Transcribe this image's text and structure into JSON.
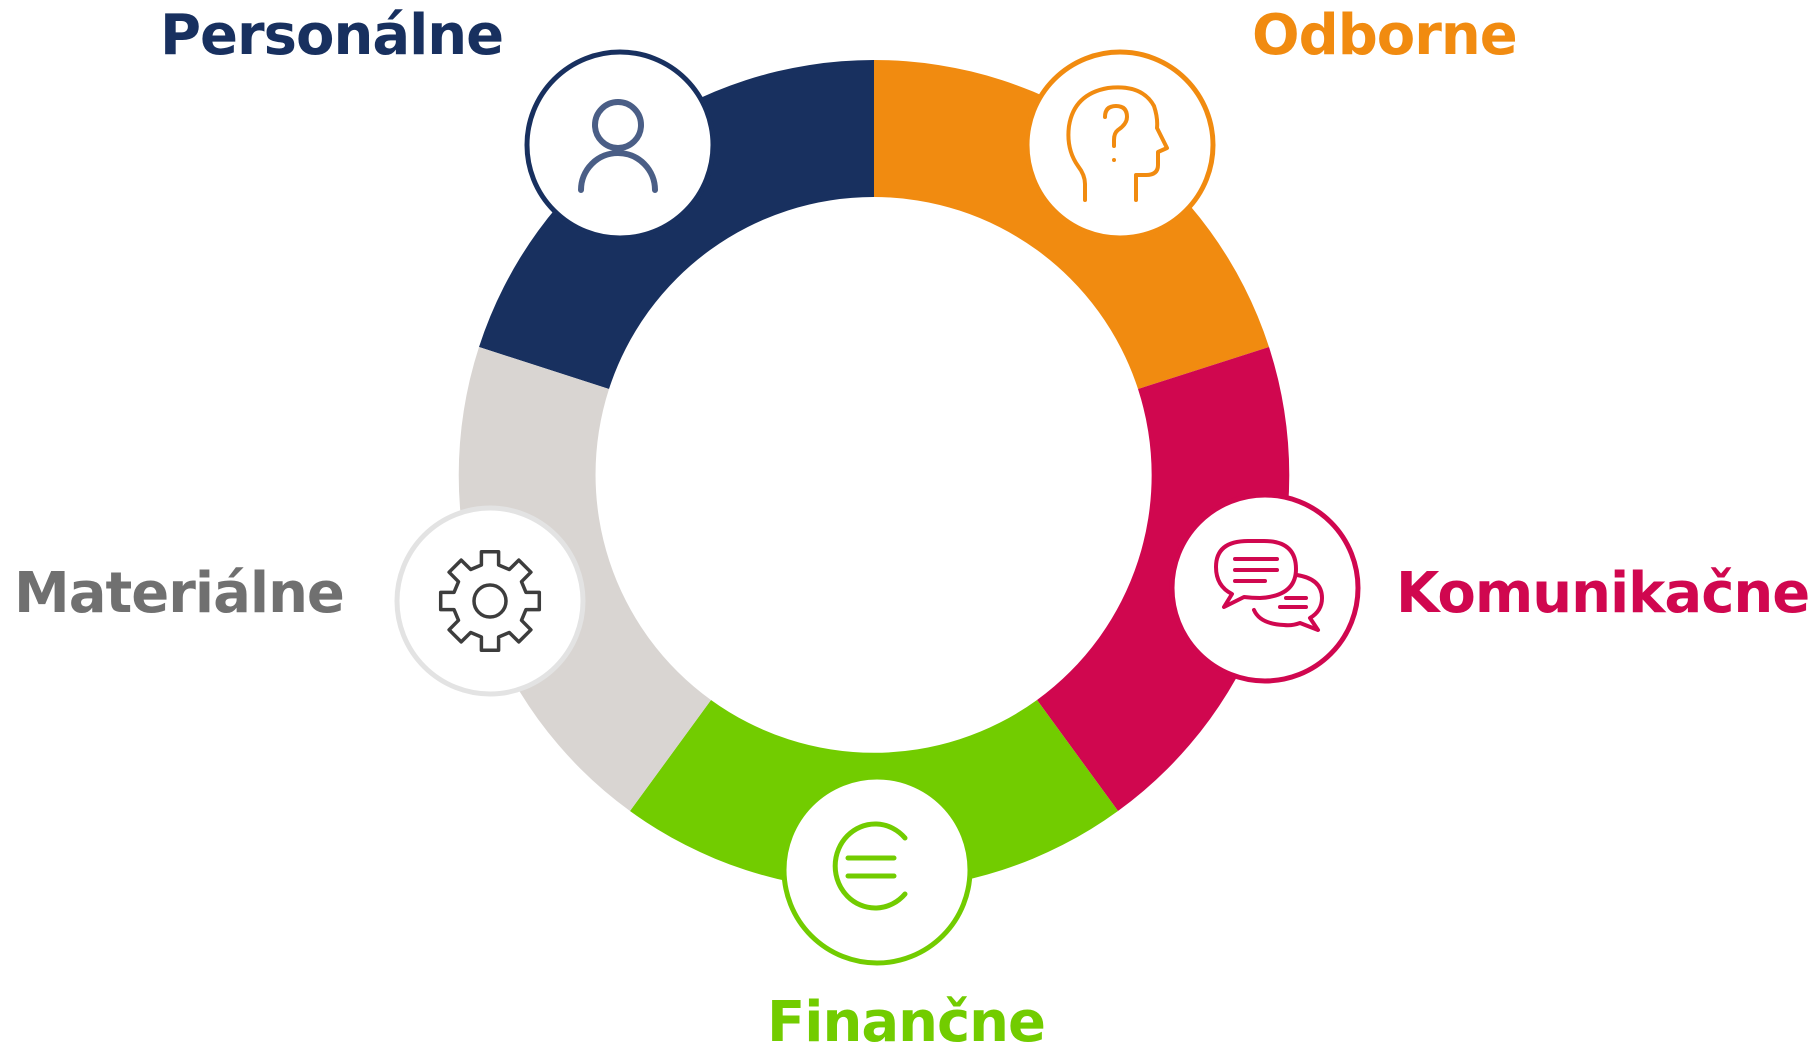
{
  "colors": {
    "navy": "#18305f",
    "orange": "#f18b10",
    "magenta": "#d0074f",
    "green": "#72cc00",
    "gray_segment": "#d9d5d2",
    "gray_text": "#707070",
    "white": "#ffffff"
  },
  "segments": [
    {
      "id": "personalne",
      "label": "Personálne",
      "color": "#18305f",
      "icon": "person-icon",
      "text_color": "#18305f"
    },
    {
      "id": "odborne",
      "label": "Odborne",
      "color": "#f18b10",
      "icon": "head-question-icon",
      "text_color": "#f18b10"
    },
    {
      "id": "komunikacne",
      "label": "Komunikačne",
      "color": "#d0074f",
      "icon": "speech-bubbles-icon",
      "text_color": "#d0074f"
    },
    {
      "id": "financne",
      "label": "Finančne",
      "color": "#72cc00",
      "icon": "euro-icon",
      "text_color": "#72cc00"
    },
    {
      "id": "materialne",
      "label": "Materiálne",
      "color": "#d9d5d2",
      "icon": "gear-icon",
      "text_color": "#707070"
    }
  ]
}
